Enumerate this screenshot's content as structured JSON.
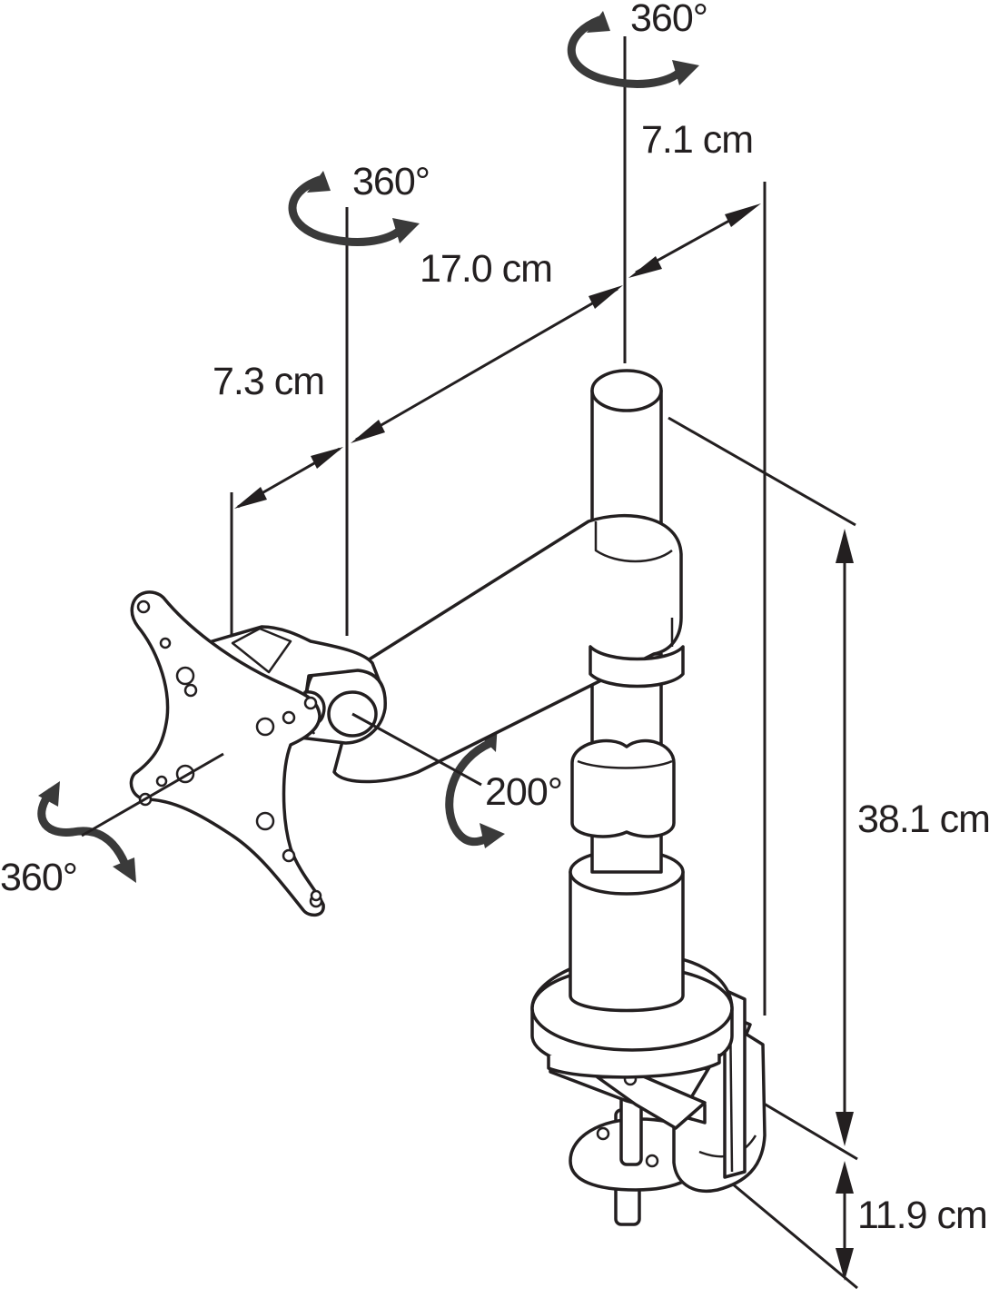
{
  "diagram": {
    "rotations": {
      "pole_top": "360°",
      "arm_joint": "360°",
      "vesa_plate": "360°",
      "tilt": "200°"
    },
    "dimensions": {
      "pole_offset": "7.1 cm",
      "arm_length": "17.0 cm",
      "head_offset": "7.3 cm",
      "height": "38.1 cm",
      "clamp_range": "11.9 cm"
    }
  },
  "colors": {
    "ink": "#231f20",
    "arrow": "#3a3a3a",
    "background": "#ffffff"
  }
}
